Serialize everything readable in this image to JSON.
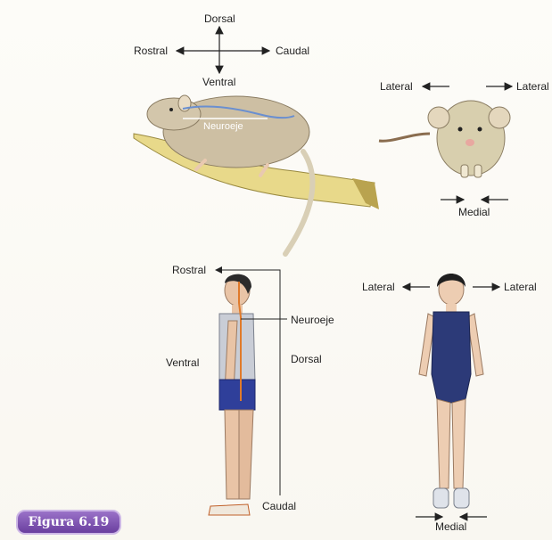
{
  "figure": {
    "badge": "Figura 6.19",
    "badge_color": "#7a4fb0"
  },
  "rat_side": {
    "dorsal": "Dorsal",
    "ventral": "Ventral",
    "rostral": "Rostral",
    "caudal": "Caudal",
    "neuroaxis": "Neuroeje"
  },
  "rat_front": {
    "lateral_left": "Lateral",
    "lateral_right": "Lateral",
    "medial": "Medial"
  },
  "human_side": {
    "rostral": "Rostral",
    "neuroaxis": "Neuroeje",
    "ventral": "Ventral",
    "dorsal": "Dorsal",
    "caudal": "Caudal"
  },
  "human_front": {
    "lateral_left": "Lateral",
    "lateral_right": "Lateral",
    "medial": "Medial"
  },
  "colors": {
    "neuroaxis_rat": "#6a8fd0",
    "neuroaxis_human": "#e07a2a",
    "swimsuit": "#2c3a78",
    "shorts": "#2f3f9a"
  }
}
